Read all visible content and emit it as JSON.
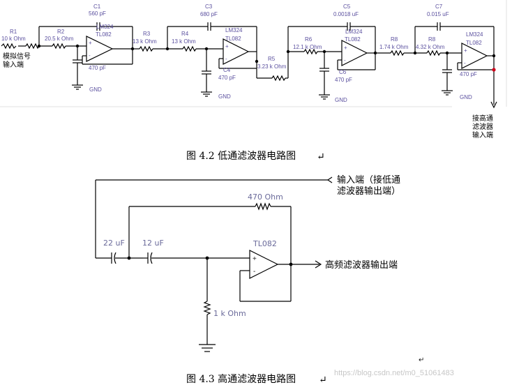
{
  "figure_42": {
    "caption": "图 4.2  低通滤波器电路图",
    "input_label_1": "模拟信号",
    "input_label_2": "输入端",
    "output_label_1": "接高通",
    "output_label_2": "滤波器",
    "output_label_3": "输入端",
    "gnd": "GND",
    "r1_name": "R1",
    "r1_val": "10 k Ohm",
    "r2_name": "R2",
    "r2_val": "20.5 k Ohm",
    "c1_name": "C1",
    "c1_val": "560 pF",
    "amp1_a": "LM324",
    "amp1_b": "TL082",
    "c2_val": "470 pF",
    "r3_name": "R3",
    "r3_val": "13 k Ohm",
    "r4_name": "R4",
    "r4_val": "13 k Ohm",
    "c3_name": "C3",
    "c3_val": "680 pF",
    "amp2_a": "LM324",
    "amp2_b": "TL082",
    "c4_name": "C4",
    "c4_val": "470 pF",
    "r5_name": "R5",
    "r5_val": "3.23 k Ohm",
    "r6_name": "R6",
    "r6_val": "12.1 k Ohm",
    "c5_name": "C5",
    "c5_val": "0.0018 uF",
    "amp3_a": "LM324",
    "amp3_b": "TL082",
    "c6_name": "C6",
    "c6_val": "470 pF",
    "r8a_name": "R8",
    "r8a_val": "1.74 k Ohm",
    "r8b_name": "R8",
    "r8b_val": "4.32 k Ohm",
    "c7_name": "C7",
    "c7_val": "0.015 uF",
    "amp4_a": "LM324",
    "amp4_b": "TL082",
    "c8_val": "470 pF",
    "plus": "+",
    "minus": "-"
  },
  "figure_43": {
    "caption": "图 4.3  高通滤波器电路图",
    "input_label_1": "输入端（接低通",
    "input_label_2": "滤波器输出端）",
    "output_label": "高频滤波器输出端",
    "r_fb": "470  Ohm",
    "c_a": "22 uF",
    "c_b": "12 uF",
    "amp": "TL082",
    "r_gnd": "1 k Ohm",
    "plus": "+",
    "minus": "-"
  },
  "watermark": "https://blog.csdn.net/m0_51061483",
  "return_mark": "↵"
}
